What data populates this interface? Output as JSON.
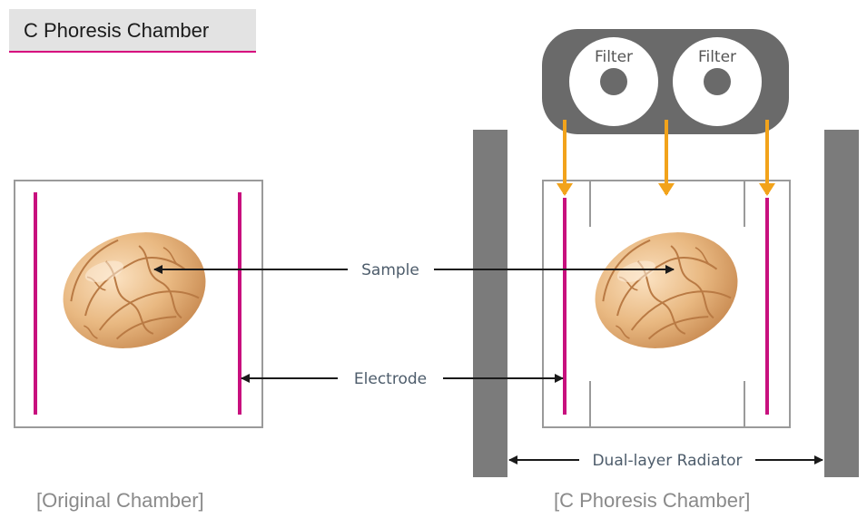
{
  "header": {
    "title": "C Phoresis Chamber"
  },
  "labels": {
    "sample": "Sample",
    "electrode": "Electrode",
    "radiator": "Dual-layer Radiator",
    "filter_left": "Filter",
    "filter_right": "Filter"
  },
  "captions": {
    "original": "[Original Chamber]",
    "phoresis": "[C Phoresis Chamber]"
  },
  "colors": {
    "electrode": "#c8107e",
    "arrow": "#f2a31b",
    "radiator": "#7b7b7b",
    "filter_body": "#6a6a6a",
    "chamber_border": "#9a9a9a",
    "title_underline": "#d6007d"
  },
  "icons": {
    "sample": "brain-icon"
  }
}
